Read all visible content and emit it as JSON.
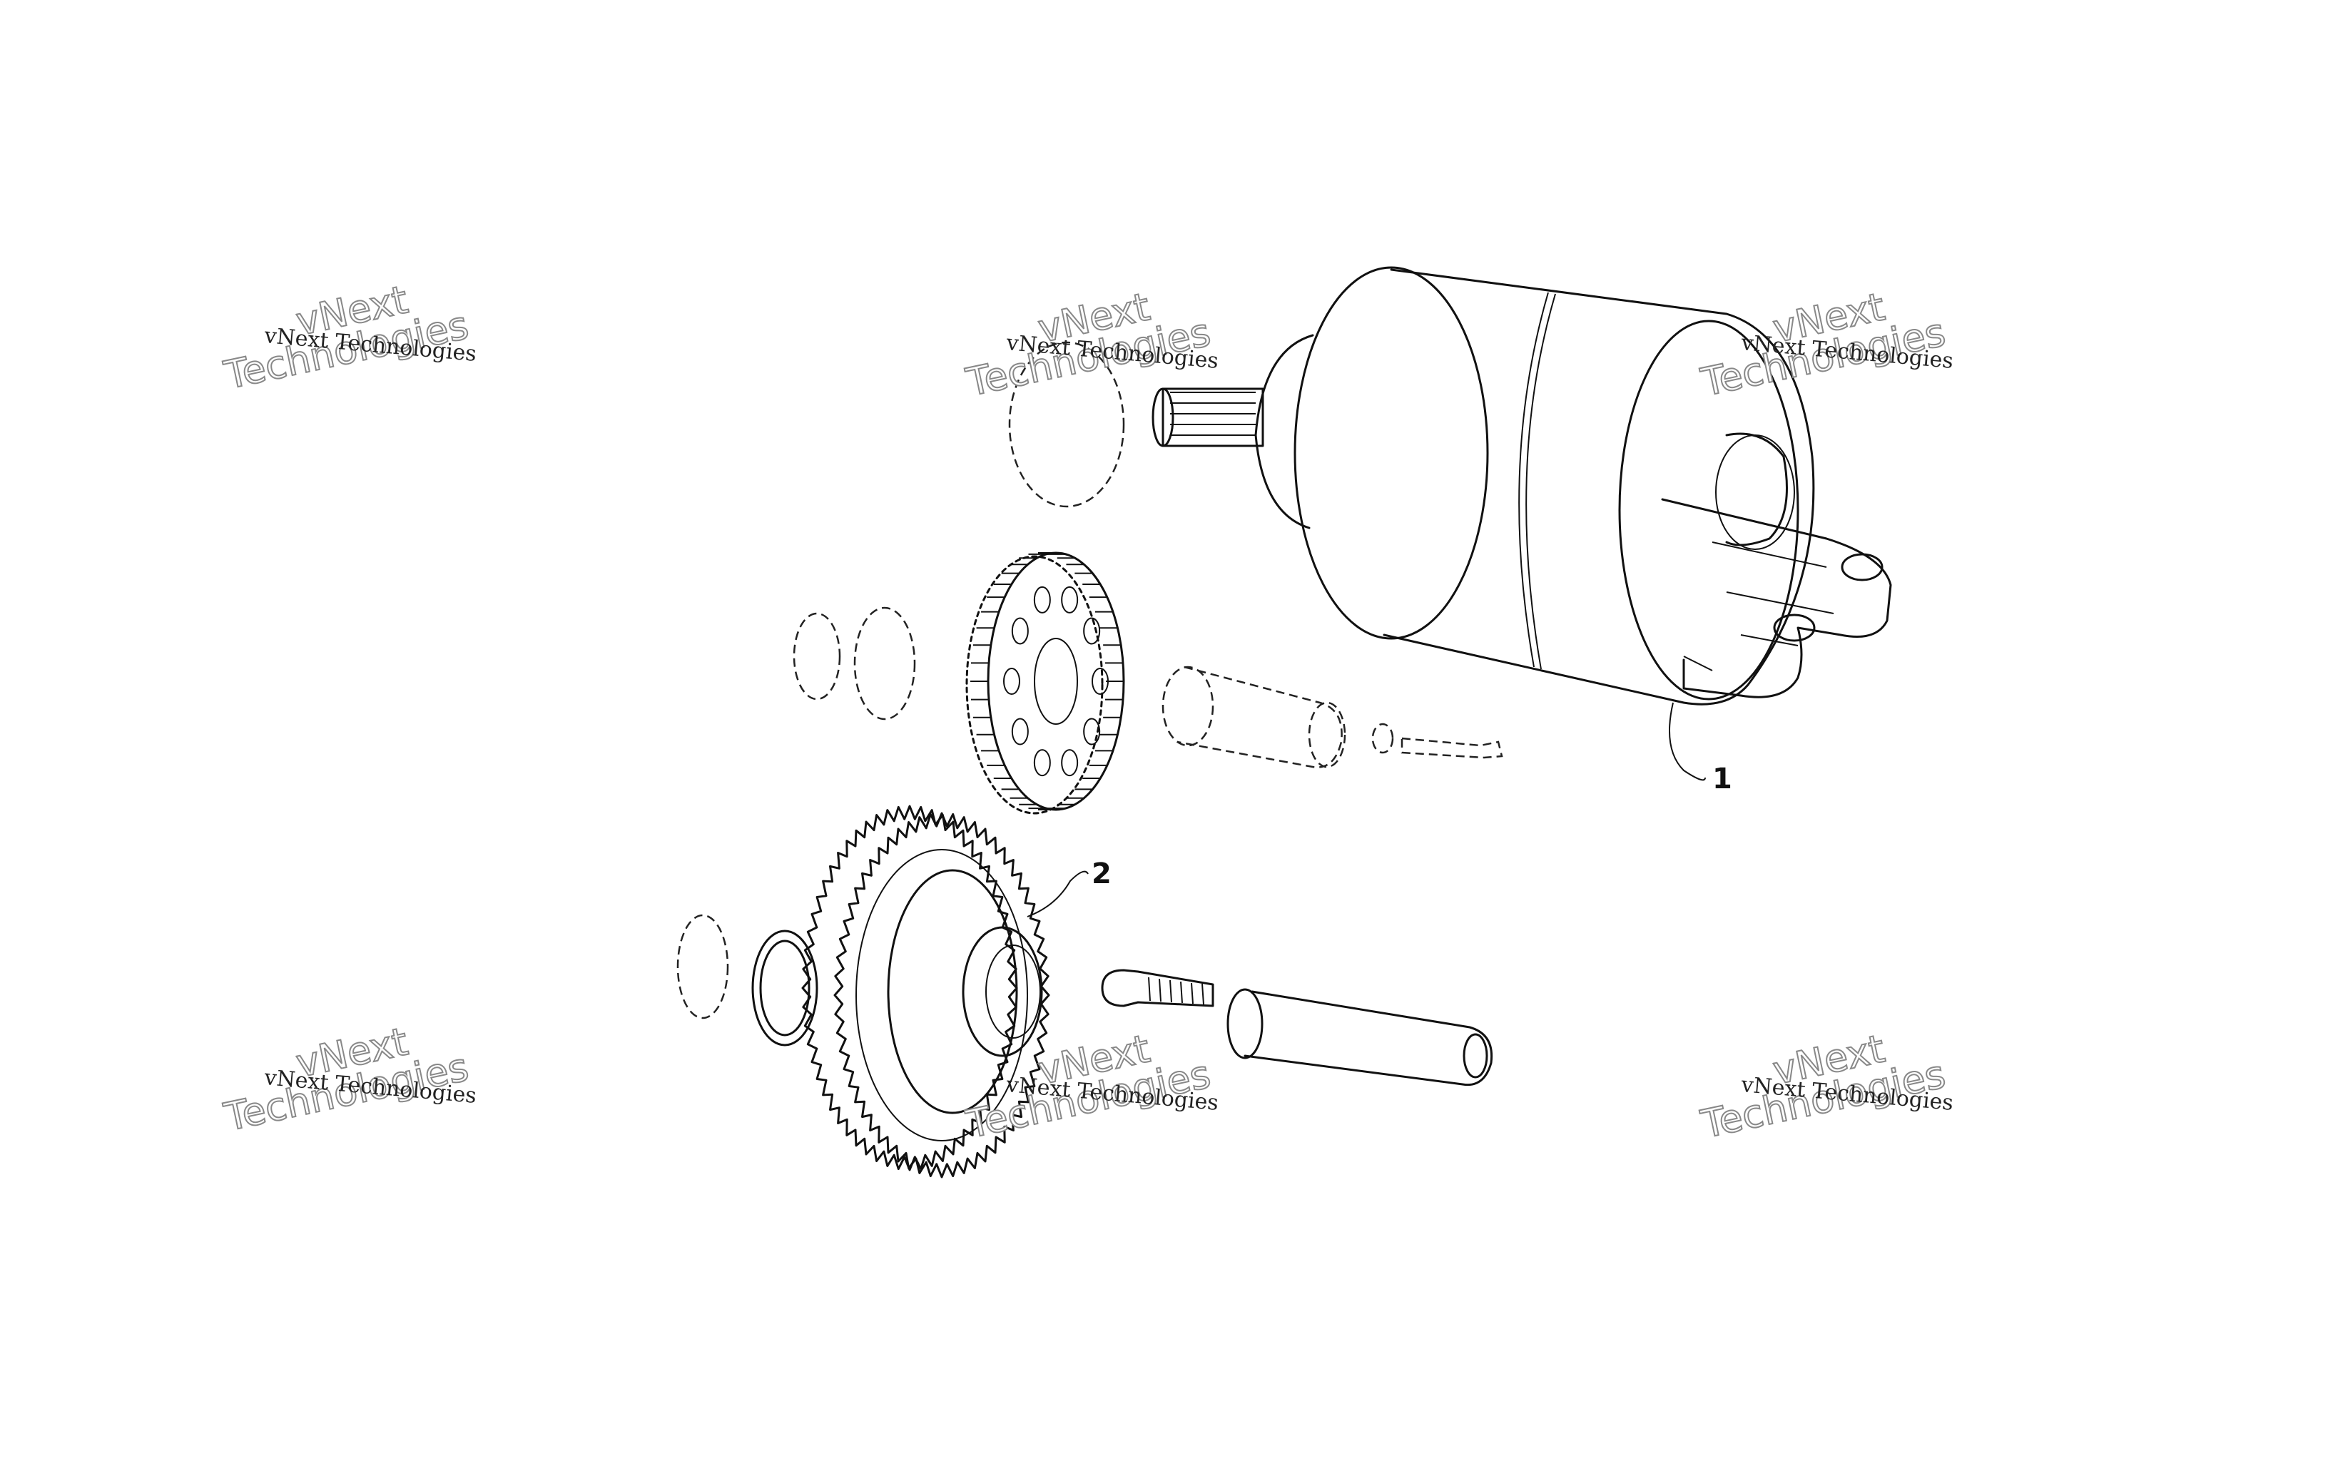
{
  "callouts": [
    {
      "number": "1",
      "part": "starter-motor"
    },
    {
      "number": "2",
      "part": "starter-idler-gear"
    }
  ],
  "watermark": {
    "line_small": "vNext Technologies",
    "line_big_1": "vNext",
    "line_big_2": "Technologies"
  }
}
